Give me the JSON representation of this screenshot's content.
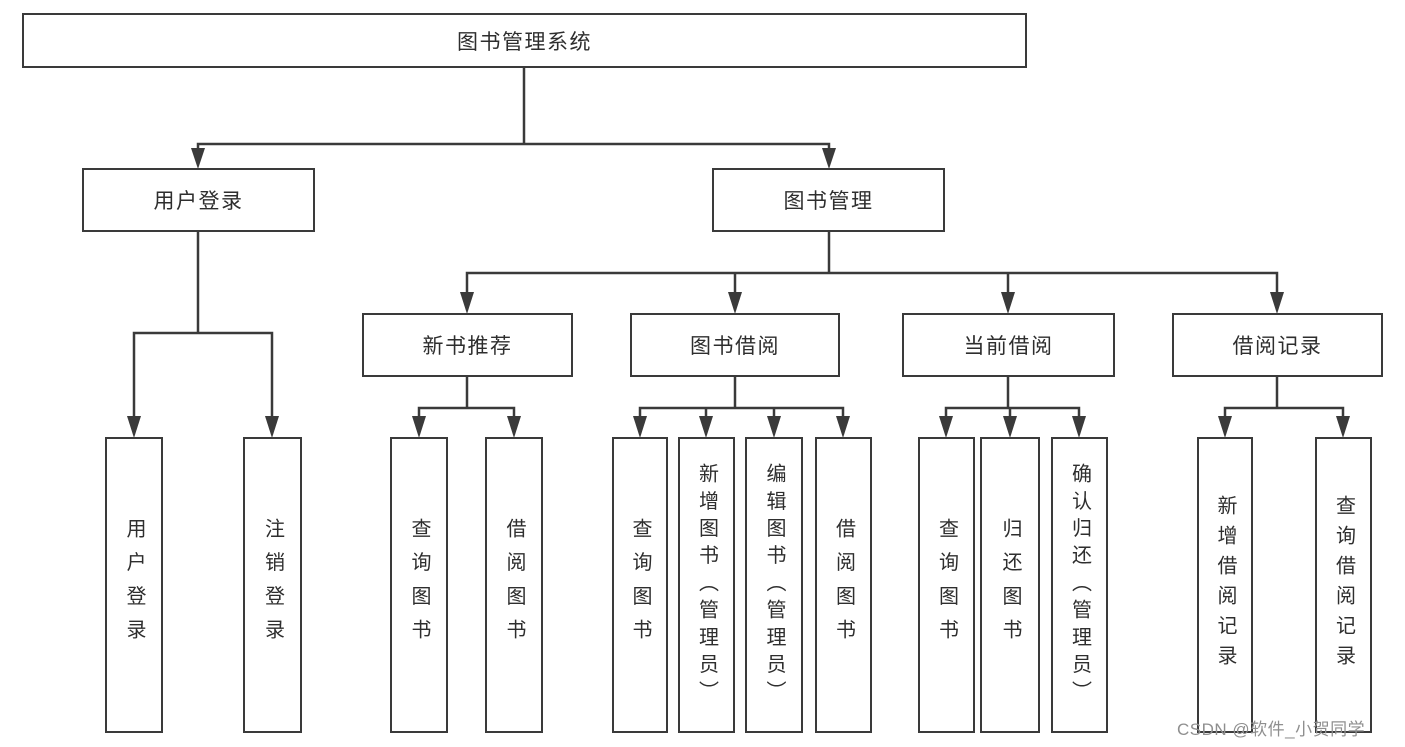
{
  "diagram": {
    "root": {
      "label": "图书管理系统"
    },
    "level2": [
      {
        "label": "用户登录"
      },
      {
        "label": "图书管理"
      }
    ],
    "level3": [
      {
        "label": "新书推荐",
        "parent": "图书管理"
      },
      {
        "label": "图书借阅",
        "parent": "图书管理"
      },
      {
        "label": "当前借阅",
        "parent": "图书管理"
      },
      {
        "label": "借阅记录",
        "parent": "图书管理"
      }
    ],
    "leaves": [
      {
        "label": "用户登录",
        "parent": "用户登录"
      },
      {
        "label": "注销登录",
        "parent": "用户登录"
      },
      {
        "label": "查询图书",
        "parent": "新书推荐"
      },
      {
        "label": "借阅图书",
        "parent": "新书推荐"
      },
      {
        "label": "查询图书",
        "parent": "图书借阅"
      },
      {
        "label": "新增图书（管理员）",
        "parent": "图书借阅"
      },
      {
        "label": "编辑图书（管理员）",
        "parent": "图书借阅"
      },
      {
        "label": "借阅图书",
        "parent": "图书借阅"
      },
      {
        "label": "查询图书",
        "parent": "当前借阅"
      },
      {
        "label": "归还图书",
        "parent": "当前借阅"
      },
      {
        "label": "确认归还（管理员）",
        "parent": "当前借阅"
      },
      {
        "label": "新增借阅记录",
        "parent": "借阅记录"
      },
      {
        "label": "查询借阅记录",
        "parent": "借阅记录"
      }
    ]
  },
  "watermark": {
    "text": "CSDN @软件_小贺同学"
  },
  "colors": {
    "line": "#3a3a3a",
    "box_border": "#3a3a3a",
    "box_fill": "#ffffff",
    "text": "#2e2e2e",
    "watermark": "#8f8f8f",
    "background": "#ffffff"
  }
}
